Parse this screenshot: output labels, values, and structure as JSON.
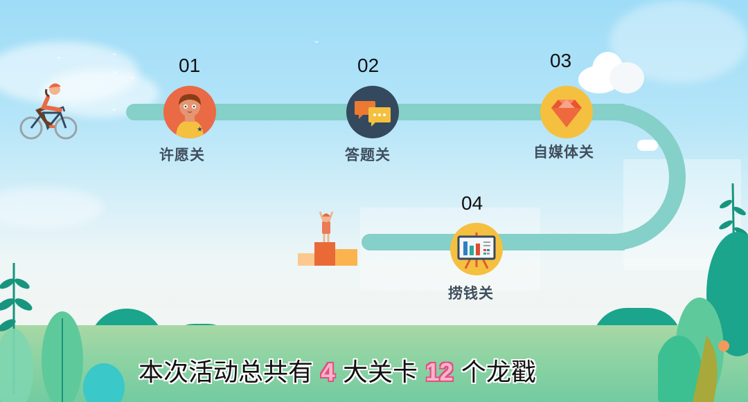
{
  "scene": {
    "type": "activity-roadmap-slide",
    "track_color": "#85d0c9",
    "sky_color": "#9edcf7",
    "ground_color": "#8ed3a3"
  },
  "stages": [
    {
      "number": "01",
      "label": "许愿关",
      "icon": "avatar-boy-icon",
      "bg": "#ea6a45"
    },
    {
      "number": "02",
      "label": "答题关",
      "icon": "chat-bubbles-icon",
      "bg": "#34495e"
    },
    {
      "number": "03",
      "label": "自媒体关",
      "icon": "diamond-icon",
      "bg": "#f5c040"
    },
    {
      "number": "04",
      "label": "捞钱关",
      "icon": "presentation-chart-icon",
      "bg": "#f5c040"
    }
  ],
  "decorations": {
    "start": "cyclist-icon",
    "finish": "podium-winner-icon"
  },
  "caption": {
    "part1": "本次活动总共有",
    "count_stages": "4",
    "part2": "大关卡",
    "count_items": "12",
    "part3": "个龙戳",
    "highlight_color": "#f9b4cc"
  }
}
